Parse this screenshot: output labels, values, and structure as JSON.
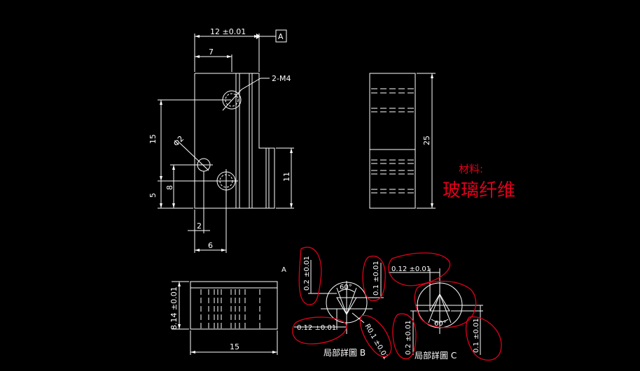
{
  "colors": {
    "background": "#000000",
    "line": "#ffffff",
    "markup": "#e0001c"
  },
  "front_view": {
    "dim_top": "12 ±0.01",
    "dim_7": "7",
    "datum": "A",
    "thread_callout": "2-M4",
    "dim_15": "15",
    "dim_5": "5",
    "dim_8": "8",
    "dim_11": "11",
    "dim_2": "2",
    "dim_6": "6",
    "hole_dia": "Φ2"
  },
  "side_view": {
    "dim_25": "25"
  },
  "material": {
    "label": "材料:",
    "value": "玻璃纤维"
  },
  "bottom_view": {
    "dim_height": "8.14 ±0.01",
    "dim_width": "15"
  },
  "detail_b": {
    "marker": "A",
    "angle": "60°",
    "dim_left": "0.2 ±0.01",
    "dim_right": "0.1 ±0.01",
    "dim_bottom": "0.12 ±0.01",
    "radius": "R0.1 ±0.01",
    "caption": "局部詳圖 B"
  },
  "detail_c": {
    "dim_top": "0.12 ±0.01",
    "angle": "60°",
    "dim_left": "0.2 ±0.01",
    "dim_right": "0.1 ±0.01",
    "caption": "局部詳圖 C"
  }
}
